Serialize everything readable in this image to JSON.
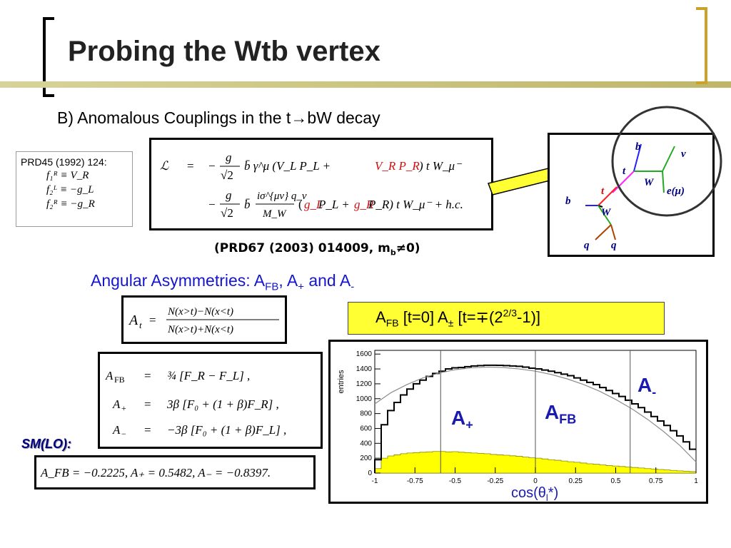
{
  "slide": {
    "title": "Probing the Wtb vertex",
    "subtitle_prefix": "B) Anomalous Couplings in the  t",
    "subtitle_arrow": "→",
    "subtitle_suffix": "bW  decay"
  },
  "prd45": {
    "heading": "PRD45 (1992) 124:",
    "lines": [
      "f₁ᴿ ≡ V_R",
      "f₂ᴸ ≡ −g_L",
      "f₂ᴿ ≡ −g_R"
    ]
  },
  "lagrangian": {
    "line1": [
      "ℒ",
      "=",
      "−",
      "g",
      "√2",
      "b̄ γ^μ (V_L P_L + ",
      "V_R P_R",
      ") t W_μ⁻"
    ],
    "line2": [
      "−",
      "g",
      "√2",
      "b̄",
      "iσ^{μν} q_ν",
      "M_W",
      "(",
      "g_L",
      "P_L + ",
      "g_R",
      "P_R) t W_μ⁻ + h.c."
    ]
  },
  "reference": {
    "text_prefix": "(PRD67 (2003) 014009, m",
    "text_sub": "b",
    "text_suffix": "≠0)"
  },
  "feynman": {
    "labels": {
      "b_top": "b",
      "nu": "ν",
      "t_mid": "t",
      "W_mid": "W",
      "e_mu": "e(μ)",
      "b_left": "b",
      "t_top": "t",
      "W_low": "W",
      "q1": "q",
      "q2": "q"
    }
  },
  "asymmetries": {
    "heading_prefix": "Angular Asymmetries: A",
    "sub_fb": "FB",
    "sep1": ", A",
    "sub_plus": "+",
    "sep2": " and A",
    "sub_minus": "-"
  },
  "at_formula": {
    "lhs": "A",
    "lhs_sub": "t",
    "eq": "=",
    "num": "N(x>t)−N(x<t)",
    "den": "N(x>t)+N(x<t)"
  },
  "yellow_box": {
    "a": "A",
    "a_sub": "FB",
    "t0": " [t=0]  A",
    "pm_sub": "±",
    "t1": " [t=∓(2",
    "sup": "2/3",
    "t2": "-1)]"
  },
  "formulas": {
    "rows": [
      {
        "lhs": "A",
        "sub": "FB",
        "eq": "=",
        "rhs": "¾ [F_R − F_L] ,"
      },
      {
        "lhs": "A",
        "sub": "+",
        "eq": "=",
        "rhs": "3β [F₀ + (1 + β)F_R] ,"
      },
      {
        "lhs": "A",
        "sub": "−",
        "eq": "=",
        "rhs": "−3β [F₀ + (1 + β)F_L] ,"
      }
    ]
  },
  "sm": {
    "label": "SM(LO):",
    "values": "A_FB = −0.2225,  A₊ = 0.5482,  A₋ = −0.8397."
  },
  "histogram_labels": {
    "a_minus": "A",
    "a_minus_sub": "-",
    "a_fb": "A",
    "a_fb_sub": "FB",
    "a_plus": "A",
    "a_plus_sub": "+",
    "xlabel_prefix": "cos(θ",
    "xlabel_sub": "l",
    "xlabel_suffix": "*)"
  },
  "chart_data": {
    "type": "area",
    "ylabel": "entries",
    "xlabel": "cos(θl*)",
    "xlim": [
      -1,
      1
    ],
    "ylim": [
      0,
      1650
    ],
    "xticks": [
      -1,
      -0.75,
      -0.5,
      -0.25,
      0,
      0.25,
      0.5,
      0.75,
      1
    ],
    "xtick_labels": [
      "-1",
      "-0.75",
      "-0.5",
      "-0.25",
      "0",
      "0.25",
      "0.5",
      "0.75",
      "1"
    ],
    "yticks": [
      0,
      200,
      400,
      600,
      800,
      1000,
      1200,
      1400,
      1600
    ],
    "ytick_labels": [
      "0",
      "200",
      "400",
      "600",
      "800",
      "1000",
      "1200",
      "1400",
      "1600"
    ],
    "vertical_lines": [
      -0.59,
      0,
      0.59
    ],
    "grid": false,
    "series": [
      {
        "style": "step",
        "color": "#000000",
        "x": [
          -1,
          -0.96,
          -0.92,
          -0.88,
          -0.84,
          -0.8,
          -0.76,
          -0.72,
          -0.68,
          -0.64,
          -0.6,
          -0.56,
          -0.52,
          -0.48,
          -0.44,
          -0.4,
          -0.36,
          -0.32,
          -0.28,
          -0.24,
          -0.2,
          -0.16,
          -0.12,
          -0.08,
          -0.04,
          0,
          0.04,
          0.08,
          0.12,
          0.16,
          0.2,
          0.24,
          0.28,
          0.32,
          0.36,
          0.4,
          0.44,
          0.48,
          0.52,
          0.56,
          0.6,
          0.64,
          0.68,
          0.72,
          0.76,
          0.8,
          0.84,
          0.88,
          0.92,
          0.96
        ],
        "y": [
          180,
          650,
          840,
          950,
          1050,
          1130,
          1200,
          1250,
          1300,
          1340,
          1370,
          1400,
          1415,
          1420,
          1430,
          1440,
          1445,
          1450,
          1450,
          1448,
          1445,
          1440,
          1435,
          1425,
          1410,
          1400,
          1385,
          1370,
          1350,
          1330,
          1310,
          1280,
          1250,
          1220,
          1190,
          1150,
          1110,
          1070,
          1030,
          980,
          930,
          880,
          820,
          760,
          700,
          640,
          570,
          500,
          420,
          320
        ]
      },
      {
        "style": "smooth",
        "color": "#8c8c8c",
        "x": [
          -1,
          -0.9,
          -0.8,
          -0.7,
          -0.6,
          -0.5,
          -0.4,
          -0.3,
          -0.2,
          -0.1,
          0,
          0.1,
          0.2,
          0.3,
          0.4,
          0.5,
          0.6,
          0.7,
          0.8,
          0.9,
          1
        ],
        "y": [
          930,
          1080,
          1190,
          1280,
          1345,
          1390,
          1415,
          1425,
          1420,
          1400,
          1370,
          1325,
          1265,
          1190,
          1100,
          990,
          865,
          720,
          555,
          370,
          150
        ]
      },
      {
        "style": "step-filled",
        "color": "#ffff00",
        "x": [
          -1,
          -0.96,
          -0.92,
          -0.88,
          -0.84,
          -0.8,
          -0.76,
          -0.72,
          -0.68,
          -0.64,
          -0.6,
          -0.56,
          -0.52,
          -0.48,
          -0.44,
          -0.4,
          -0.36,
          -0.32,
          -0.28,
          -0.24,
          -0.2,
          -0.16,
          -0.12,
          -0.08,
          -0.04,
          0,
          0.04,
          0.08,
          0.12,
          0.16,
          0.2,
          0.24,
          0.28,
          0.32,
          0.36,
          0.4,
          0.44,
          0.48,
          0.52,
          0.56,
          0.6,
          0.64,
          0.68,
          0.72,
          0.76,
          0.8,
          0.84,
          0.88,
          0.92,
          0.96
        ],
        "y": [
          60,
          200,
          230,
          245,
          260,
          270,
          275,
          280,
          285,
          290,
          290,
          285,
          288,
          280,
          275,
          270,
          265,
          260,
          250,
          245,
          240,
          232,
          225,
          215,
          205,
          200,
          190,
          180,
          172,
          162,
          152,
          145,
          135,
          125,
          118,
          110,
          100,
          95,
          88,
          80,
          75,
          68,
          60,
          55,
          48,
          42,
          36,
          30,
          25,
          20
        ]
      }
    ]
  }
}
